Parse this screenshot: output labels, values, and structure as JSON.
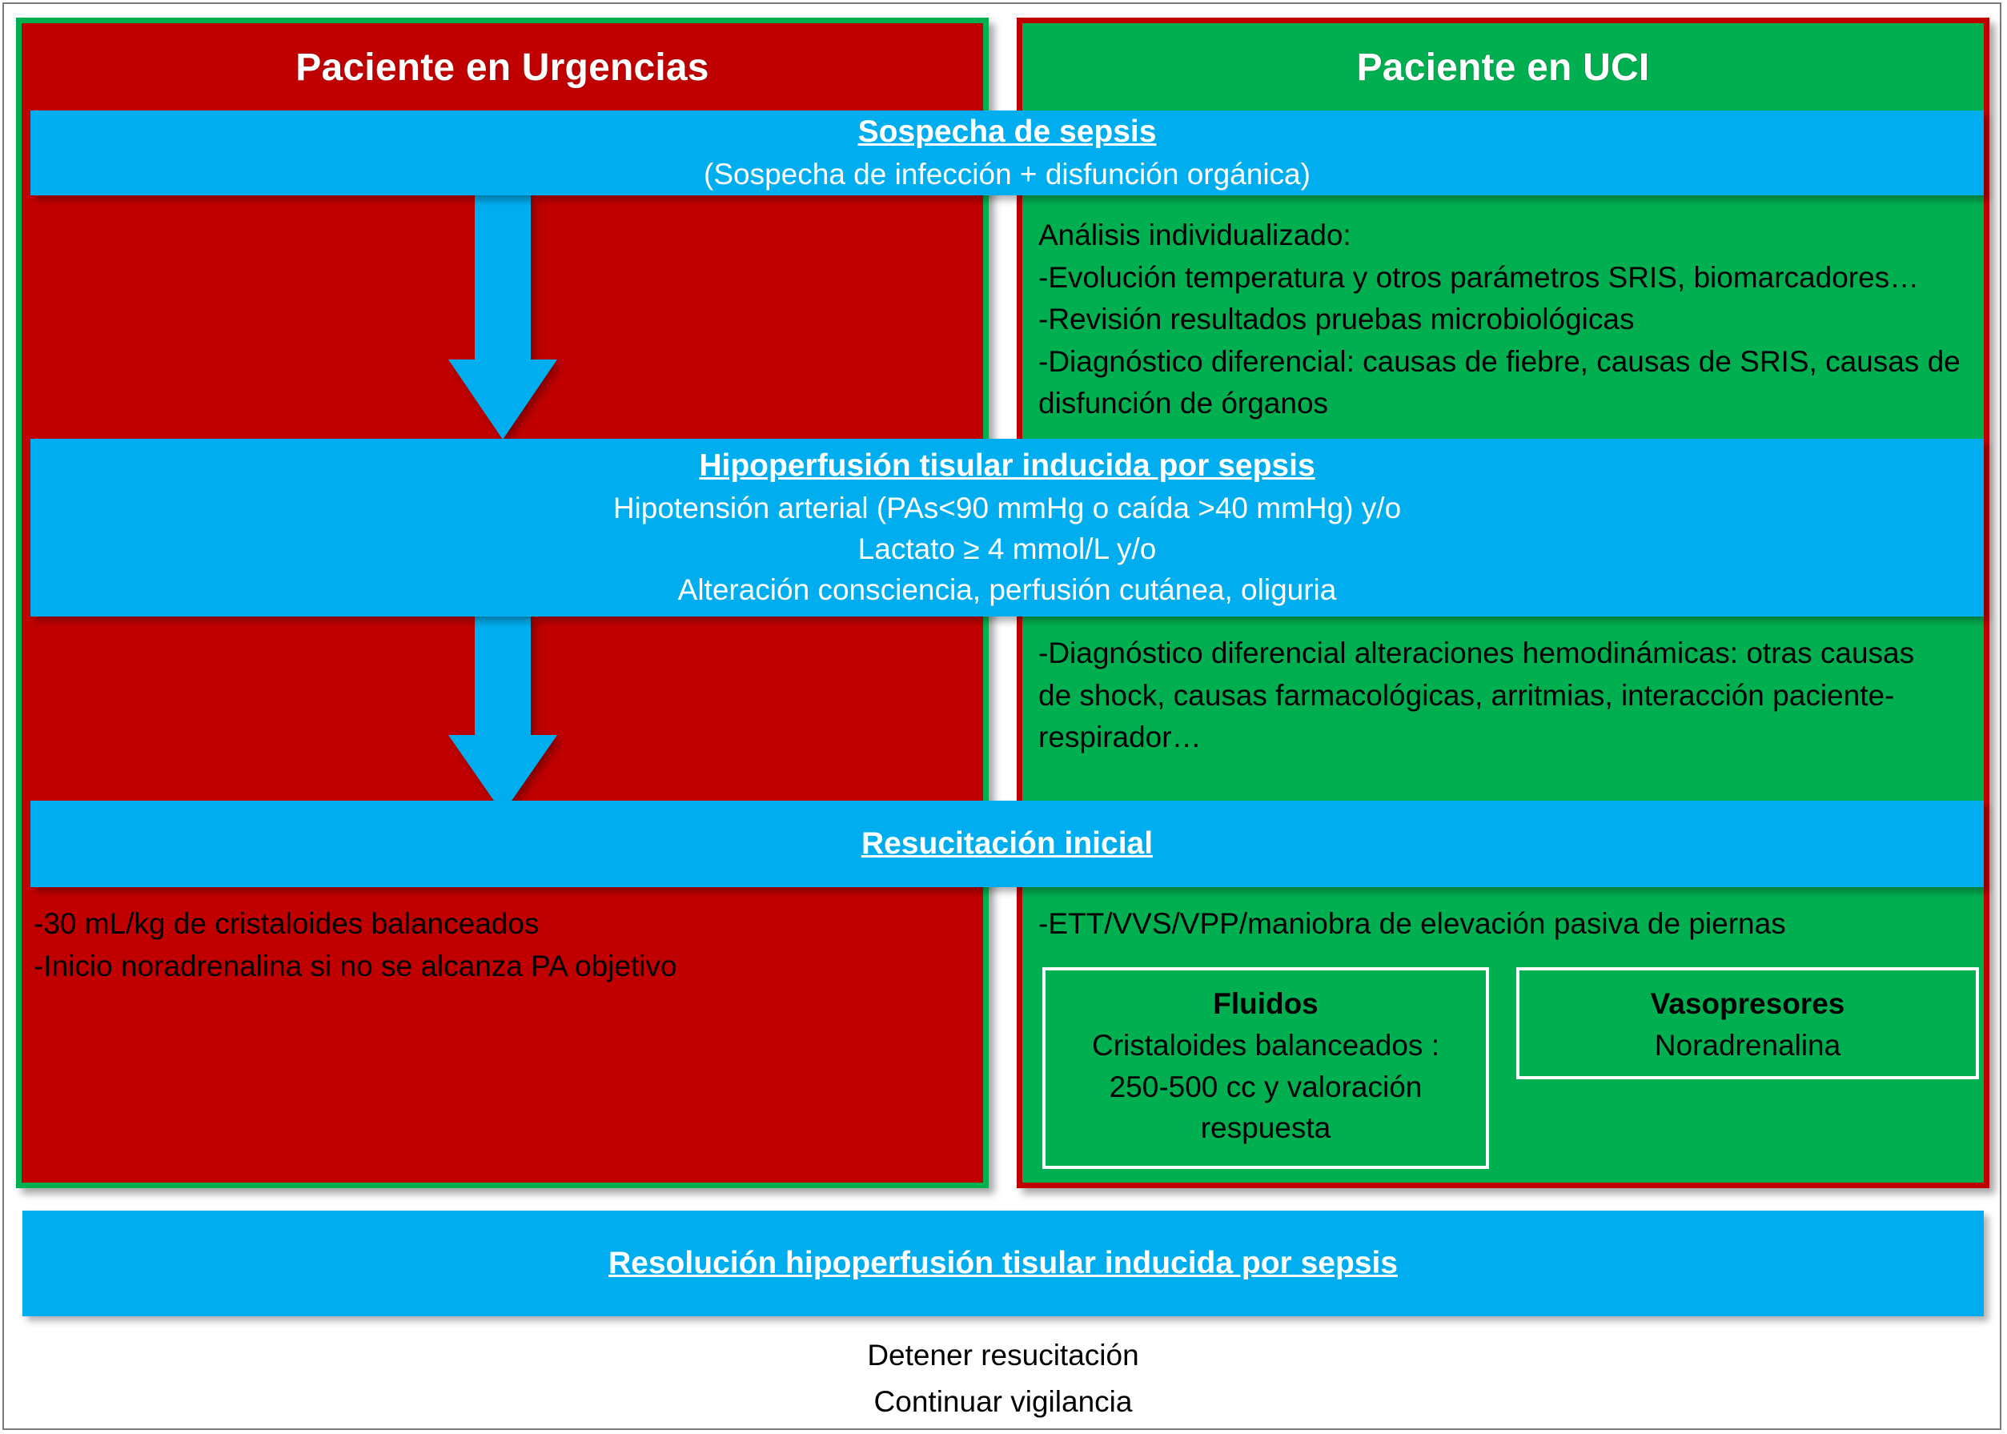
{
  "columns": {
    "left": {
      "title": "Paciente en Urgencias"
    },
    "right": {
      "title": "Paciente en UCI"
    }
  },
  "banners": {
    "suspicion": {
      "title": "Sospecha de sepsis",
      "subtitle": "(Sospecha de infección + disfunción orgánica)"
    },
    "hypoperfusion": {
      "title": "Hipoperfusión tisular inducida por sepsis",
      "line1": "Hipotensión arterial (PAs<90 mmHg o caída >40 mmHg) y/o",
      "line2": "Lactato  ≥ 4 mmol/L  y/o",
      "line3": "Alteración consciencia, perfusión cutánea, oliguria"
    },
    "resuscitation": {
      "title": "Resucitación inicial"
    },
    "resolution": {
      "title": "Resolución hipoperfusión tisular inducida por sepsis"
    }
  },
  "icu_blocks": {
    "analysis": "Análisis individualizado:\n-Evolución temperatura y otros parámetros SRIS, biomarcadores…\n-Revisión resultados pruebas microbiológicas\n-Diagnóstico diferencial: causas de fiebre, causas de SRIS, causas de\ndisfunción de órganos",
    "hemodynamic": "-Diagnóstico diferencial alteraciones hemodinámicas: otras causas\nde shock, causas farmacológicas, arritmias, interacción paciente-\nrespirador…",
    "monitoring": "-ETT/VVS/VPP/maniobra de elevación pasiva de piernas"
  },
  "ed_blocks": {
    "initial_resuscitation": "-30 mL/kg de cristaloides balanceados\n-Inicio noradrenalina si no se alcanza PA objetivo"
  },
  "subboxes": {
    "fluids": {
      "title": "Fluidos",
      "body": "Cristaloides balanceados :\n250-500 cc y valoración\nrespuesta"
    },
    "vasopressors": {
      "title": "Vasopresores",
      "body": "Noradrenalina"
    }
  },
  "footer": {
    "line1": "Detener resucitación",
    "line2": "Continuar vigilancia"
  },
  "colors": {
    "red": "#C00000",
    "green": "#00B050",
    "blue": "#00AEEF",
    "white": "#FFFFFF",
    "black": "#000000"
  }
}
